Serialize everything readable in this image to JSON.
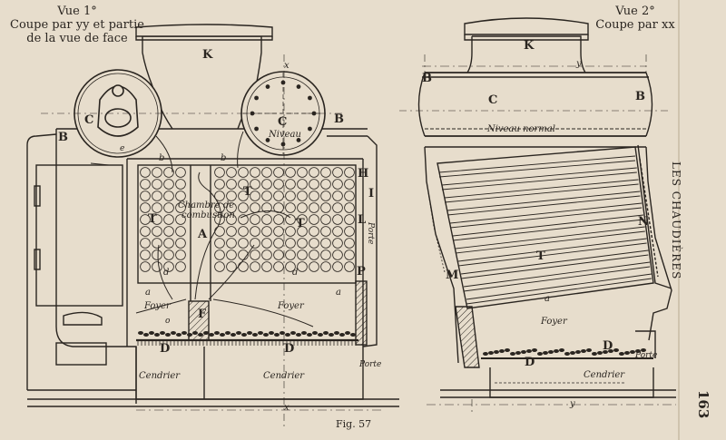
{
  "view1": {
    "title": "Vue 1°",
    "subtitle_line1": "Coupe par yy et partie",
    "subtitle_line2": "de la vue de face"
  },
  "view2": {
    "title": "Vue 2°",
    "subtitle": "Coupe par xx"
  },
  "labels": {
    "K": "K",
    "C": "C",
    "B": "B",
    "T": "T",
    "A": "A",
    "F": "F",
    "D": "D",
    "H": "H",
    "I": "I",
    "L": "L",
    "P": "P",
    "N": "N",
    "M": "M",
    "a": "a",
    "b": "b",
    "x": "x",
    "y": "y",
    "e": "e",
    "o": "o",
    "d": "d"
  },
  "terms": {
    "niveau": "Niveau",
    "niveau_normal": "Niveau normal",
    "chambre_line1": "Chambre de",
    "chambre_line2": "combustion",
    "foyer": "Foyer",
    "cendrier": "Cendrier",
    "porte": "Porte"
  },
  "caption": "Fig. 57",
  "side_header": "LES CHAUDIÈRES",
  "page_number": "163"
}
